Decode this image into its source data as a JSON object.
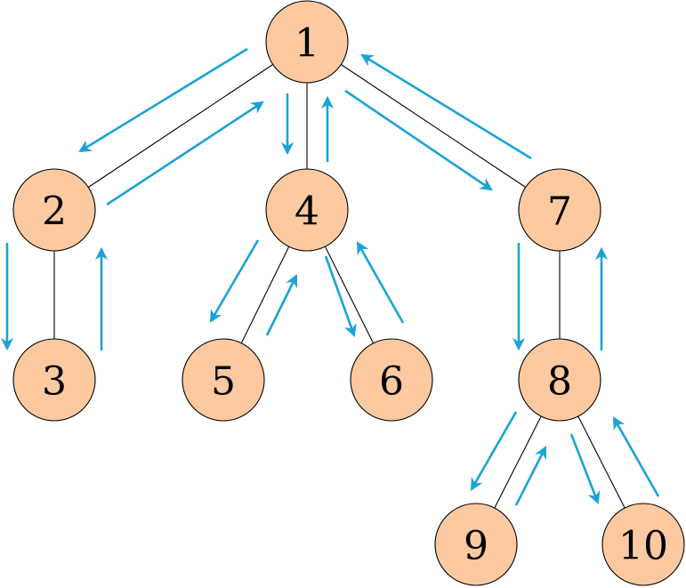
{
  "colors": {
    "node_fill": "#fdc9a0",
    "arrow": "#1aa3d6",
    "edge": "#000000"
  },
  "nodes": [
    {
      "id": "1",
      "label": "1"
    },
    {
      "id": "2",
      "label": "2"
    },
    {
      "id": "3",
      "label": "3"
    },
    {
      "id": "4",
      "label": "4"
    },
    {
      "id": "5",
      "label": "5"
    },
    {
      "id": "6",
      "label": "6"
    },
    {
      "id": "7",
      "label": "7"
    },
    {
      "id": "8",
      "label": "8"
    },
    {
      "id": "9",
      "label": "9"
    },
    {
      "id": "10",
      "label": "10"
    }
  ],
  "edges": [
    {
      "from": "1",
      "to": "2"
    },
    {
      "from": "2",
      "to": "3"
    },
    {
      "from": "1",
      "to": "4"
    },
    {
      "from": "4",
      "to": "5"
    },
    {
      "from": "4",
      "to": "6"
    },
    {
      "from": "1",
      "to": "7"
    },
    {
      "from": "7",
      "to": "8"
    },
    {
      "from": "8",
      "to": "9"
    },
    {
      "from": "8",
      "to": "10"
    }
  ]
}
